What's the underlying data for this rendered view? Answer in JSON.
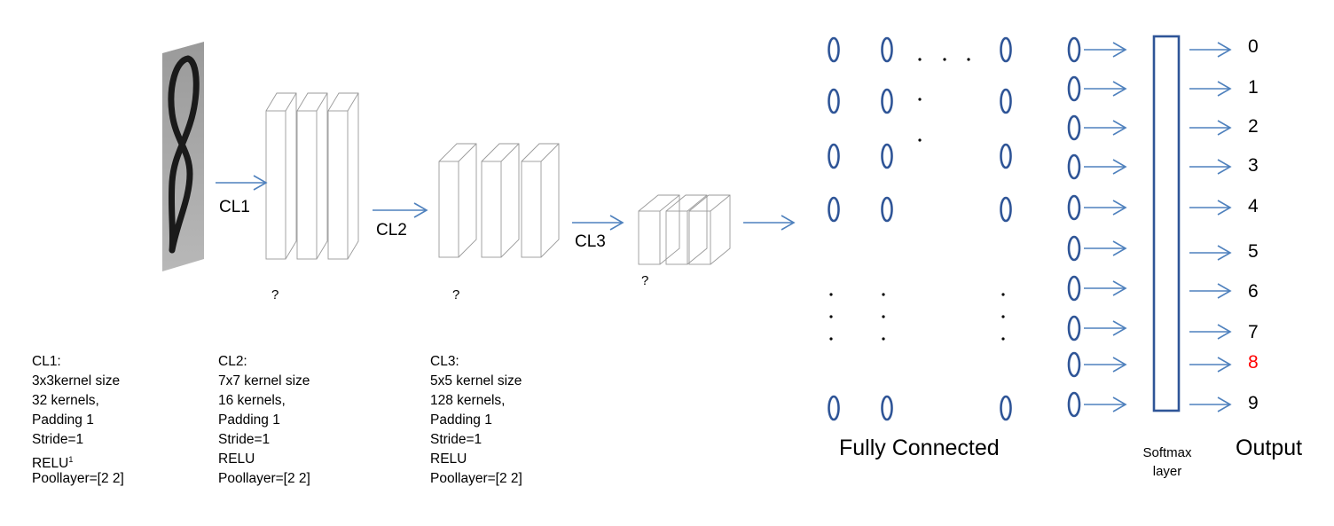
{
  "layer_labels": {
    "cl1": "CL1",
    "cl2": "CL2",
    "cl3": "CL3"
  },
  "unknown_marks": [
    "?",
    "?",
    "?"
  ],
  "specs": {
    "cl1": {
      "title": "CL1:",
      "lines": [
        "3x3kernel size",
        "32 kernels,",
        "Padding 1",
        "Stride=1",
        "RELU",
        "Poollayer=[2 2]"
      ],
      "footnote": "1"
    },
    "cl2": {
      "title": "CL2:",
      "lines": [
        "7x7 kernel size",
        "16 kernels,",
        "Padding 1",
        "Stride=1",
        "RELU",
        "Poollayer=[2 2]"
      ]
    },
    "cl3": {
      "title": "CL3:",
      "lines": [
        "5x5 kernel size",
        "128 kernels,",
        "Padding 1",
        "Stride=1",
        "RELU",
        "Poollayer=[2 2]"
      ]
    }
  },
  "fully_connected_label": "Fully Connected",
  "softmax_label": [
    "Softmax",
    "layer"
  ],
  "output_label": "Output",
  "outputs": [
    "0",
    "1",
    "2",
    "3",
    "4",
    "5",
    "6",
    "7",
    "8",
    "9"
  ],
  "highlighted_output": "8",
  "colors": {
    "arrow": "#4f81bd",
    "node": "#2f5597",
    "highlight": "#ff0000",
    "layer_box": "#9a9a9a"
  }
}
